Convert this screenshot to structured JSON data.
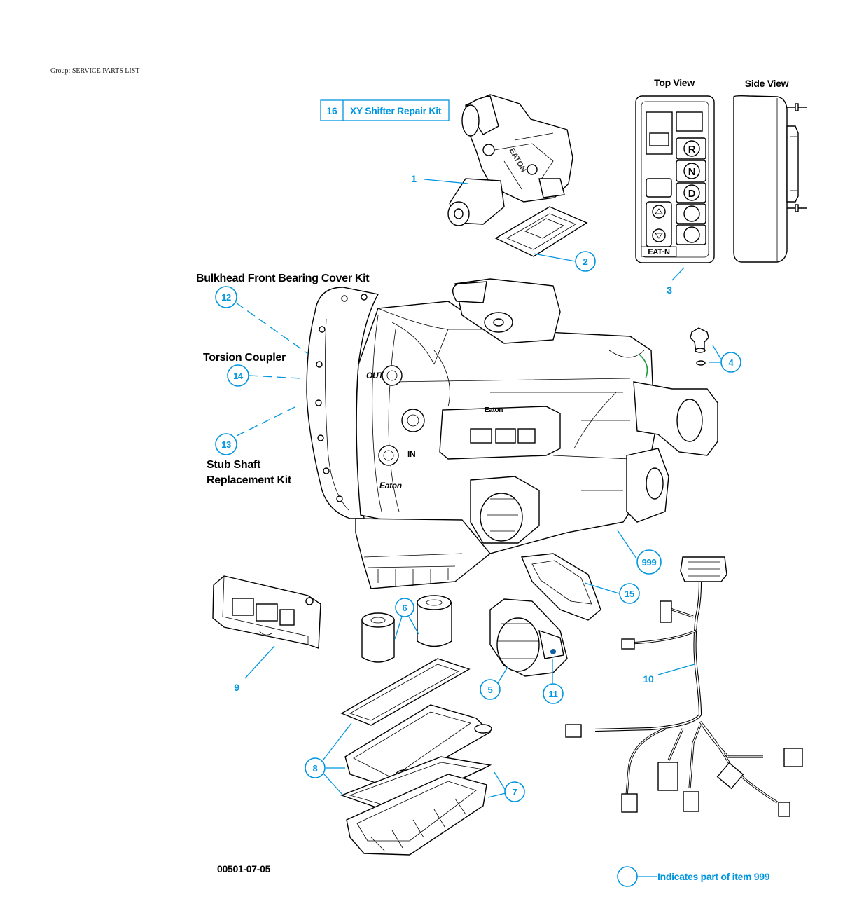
{
  "header": {
    "group_label": "Group: SERVICE PARTS LIST"
  },
  "kit_box": {
    "number": "16",
    "label": "XY Shifter Repair Kit"
  },
  "shift_pad": {
    "top_view_label": "Top View",
    "side_view_label": "Side View",
    "buttons": [
      "R",
      "N",
      "D"
    ],
    "brand": "EAT·N"
  },
  "titles": {
    "bulkhead": "Bulkhead Front Bearing Cover Kit",
    "torsion": "Torsion Coupler",
    "stub_line1": "Stub Shaft",
    "stub_line2": "Replacement Kit"
  },
  "callouts": {
    "c1": "1",
    "c2": "2",
    "c3": "3",
    "c4": "4",
    "c5": "5",
    "c6": "6",
    "c7": "7",
    "c8": "8",
    "c9": "9",
    "c10": "10",
    "c11": "11",
    "c12": "12",
    "c13": "13",
    "c14": "14",
    "c15": "15",
    "c999": "999"
  },
  "case_markings": {
    "out": "OUT",
    "in": "IN",
    "brand": "Eaton",
    "brand_top": "Eaton"
  },
  "figure_number": "00501-07-05",
  "legend": {
    "text": "Indicates part of item 999"
  },
  "colors": {
    "accent": "#0096e0",
    "line": "#000000"
  }
}
